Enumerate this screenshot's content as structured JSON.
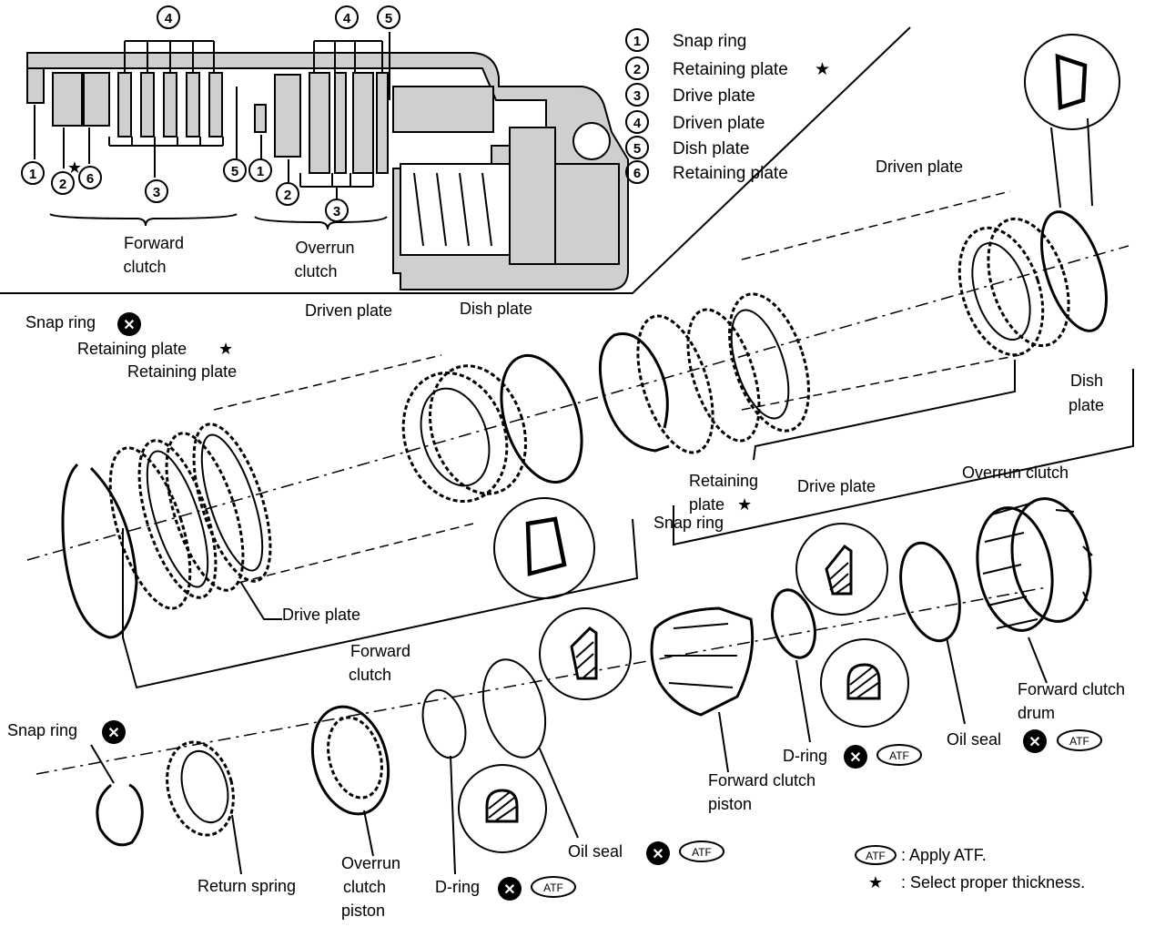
{
  "legend": {
    "items": [
      {
        "num": "1",
        "label": "Snap ring"
      },
      {
        "num": "2",
        "label": "Retaining plate",
        "star": "★"
      },
      {
        "num": "3",
        "label": "Drive plate"
      },
      {
        "num": "4",
        "label": "Driven plate"
      },
      {
        "num": "5",
        "label": "Dish plate"
      },
      {
        "num": "6",
        "label": "Retaining plate"
      }
    ]
  },
  "section": {
    "forward_clutch": [
      "Forward",
      "clutch"
    ],
    "overrun_clutch": [
      "Overrun",
      "clutch"
    ],
    "callouts": [
      "4",
      "4",
      "5",
      "1",
      "2",
      "6",
      "3",
      "5",
      "1",
      "2",
      "3"
    ],
    "star": "★"
  },
  "labels": {
    "snap_ring_1": "Snap ring",
    "retaining_plate_star": "Retaining plate",
    "retaining_plate": "Retaining plate",
    "driven_plate_left": "Driven plate",
    "dish_plate_left": "Dish plate",
    "drive_plate_left": "Drive plate",
    "forward_clutch": [
      "Forward",
      "clutch"
    ],
    "retaining_plate_mid": [
      "Retaining",
      "plate"
    ],
    "snap_ring_mid": "Snap ring",
    "drive_plate_mid": "Drive plate",
    "overrun_clutch": "Overrun clutch",
    "driven_plate_right": "Driven plate",
    "dish_plate_right": [
      "Dish",
      "plate"
    ],
    "snap_ring_low": "Snap ring",
    "return_spring": "Return spring",
    "overrun_clutch_piston": [
      "Overrun",
      "clutch",
      "piston"
    ],
    "d_ring_low": "D-ring",
    "oil_seal_low": "Oil seal",
    "forward_clutch_piston": [
      "Forward clutch",
      "piston"
    ],
    "d_ring_right": "D-ring",
    "oil_seal_right": "Oil seal",
    "forward_clutch_drum": [
      "Forward clutch",
      "drum"
    ]
  },
  "marks": {
    "atf": "ATF",
    "star": "★",
    "x": "✕"
  },
  "notes": {
    "atf_note": ": Apply ATF.",
    "star_note": ": Select proper thickness."
  }
}
